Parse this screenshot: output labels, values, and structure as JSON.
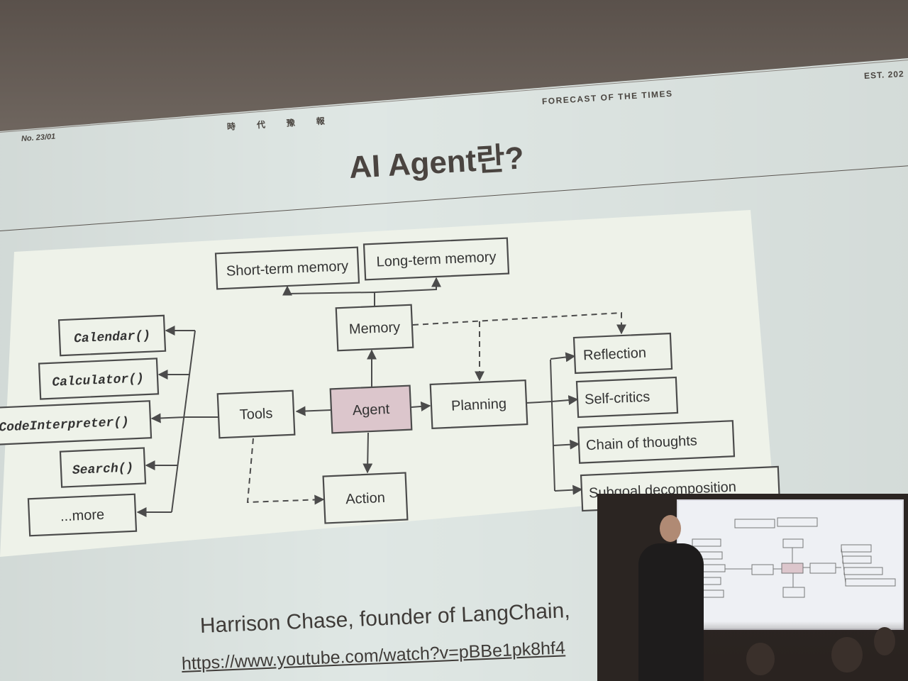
{
  "header": {
    "issue": "No. 23/01",
    "kanji": "時代豫報",
    "masthead": "FORECAST OF THE TIMES",
    "established": "EST. 202"
  },
  "slide": {
    "title": "AI Agent란?",
    "credit": "Harrison Chase, founder of LangChain,",
    "url": "https://www.youtube.com/watch?v=pBBe1pk8hf4"
  },
  "diagram": {
    "short_term_memory": "Short-term memory",
    "long_term_memory": "Long-term memory",
    "memory": "Memory",
    "agent": "Agent",
    "planning": "Planning",
    "tools": "Tools",
    "action": "Action",
    "reflection": "Reflection",
    "self_critics": "Self-critics",
    "chain_of_thoughts": "Chain of thoughts",
    "subgoal_decomposition": "Subgoal decomposition",
    "calendar": "Calendar()",
    "calculator": "Calculator()",
    "code_interpreter": "CodeInterpreter()",
    "search": "Search()",
    "more": "...more"
  },
  "colors": {
    "agent_fill": "#dcc6cc",
    "panel": "#eef2e9",
    "screen": "#dfe7e4"
  }
}
